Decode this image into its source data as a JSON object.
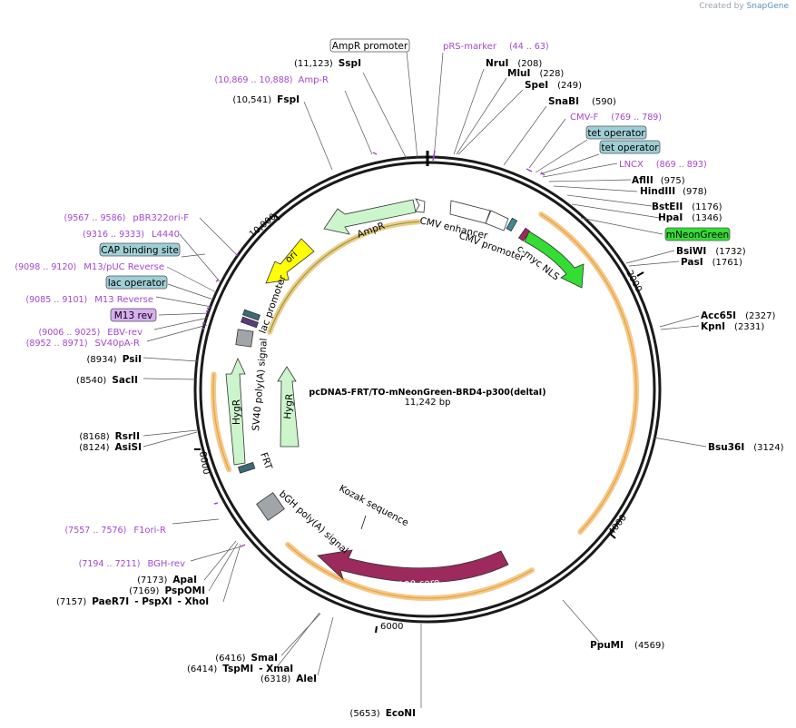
{
  "credit": {
    "prefix": "Created by",
    "brand": "SnapGene"
  },
  "plasmid": {
    "name": "pcDNA5-FRT/TO-mNeonGreen-BRD4-p300(deltaI)",
    "size_label": "11,242 bp",
    "length": 11242
  },
  "ticks": [
    {
      "label": "2000",
      "bp": 2000
    },
    {
      "label": "4000",
      "bp": 4000
    },
    {
      "label": "6000",
      "bp": 6000
    },
    {
      "label": "8000",
      "bp": 8000
    },
    {
      "label": "10,000",
      "bp": 10000
    }
  ],
  "enzymes_right": [
    {
      "name": "NruI",
      "pos": "(208)"
    },
    {
      "name": "MluI",
      "pos": "(228)"
    },
    {
      "name": "SpeI",
      "pos": "(249)"
    },
    {
      "name": "SnaBI",
      "pos": "(590)"
    },
    {
      "name": "AflII",
      "pos": "(975)"
    },
    {
      "name": "HindIII",
      "pos": "(978)"
    },
    {
      "name": "BstEII",
      "pos": "(1176)"
    },
    {
      "name": "HpaI",
      "pos": "(1346)"
    },
    {
      "name": "BsiWI",
      "pos": "(1732)"
    },
    {
      "name": "PasI",
      "pos": "(1761)"
    },
    {
      "name": "Acc65I",
      "pos": "(2327)"
    },
    {
      "name": "KpnI",
      "pos": "(2331)"
    },
    {
      "name": "Bsu36I",
      "pos": "(3124)"
    },
    {
      "name": "PpuMI",
      "pos": "(4569)"
    }
  ],
  "enzymes_left": [
    {
      "name": "SspI",
      "pos": "(11,123)"
    },
    {
      "name": "FspI",
      "pos": "(10,541)"
    },
    {
      "name": "PsiI",
      "pos": "(8934)"
    },
    {
      "name": "SacII",
      "pos": "(8540)"
    },
    {
      "name": "RsrII",
      "pos": "(8168)"
    },
    {
      "name": "AsiSI",
      "pos": "(8124)"
    },
    {
      "name": "ApaI",
      "pos": "(7173)"
    },
    {
      "name": "PspOMI",
      "pos": "(7169)"
    },
    {
      "name": "PaeR7I",
      "pos": "(7157)",
      "extra1": "- PspXI",
      "extra2": "- XhoI"
    },
    {
      "name": "SmaI",
      "pos": "(6416)"
    },
    {
      "name": "TspMI",
      "pos": "(6414)",
      "extra1": "- XmaI"
    },
    {
      "name": "AleI",
      "pos": "(6318)"
    },
    {
      "name": "EcoNI",
      "pos": "(5653)"
    }
  ],
  "primers": [
    {
      "name": "pRS-marker",
      "range": "(44 .. 63)"
    },
    {
      "name": "CMV-F",
      "range": "(769 .. 789)"
    },
    {
      "name": "LNCX",
      "range": "(869 .. 893)"
    },
    {
      "name": "Amp-R",
      "range": "(10,869 .. 10,888)"
    },
    {
      "name": "pBR322ori-F",
      "range": "(9567 .. 9586)"
    },
    {
      "name": "L4440",
      "range": "(9316 .. 9333)"
    },
    {
      "name": "M13/pUC Reverse",
      "range": "(9098 .. 9120)"
    },
    {
      "name": "M13 Reverse",
      "range": "(9085 .. 9101)"
    },
    {
      "name": "EBV-rev",
      "range": "(9006 .. 9025)"
    },
    {
      "name": "SV40pA-R",
      "range": "(8952 .. 8971)"
    },
    {
      "name": "F1ori-R",
      "range": "(7557 .. 7576)"
    },
    {
      "name": "BGH-rev",
      "range": "(7194 .. 7211)"
    }
  ],
  "boxed_labels": [
    {
      "text": "AmpR promoter",
      "style": "white"
    },
    {
      "text": "tet operator",
      "style": "teal"
    },
    {
      "text": "tet operator",
      "style": "teal"
    },
    {
      "text": "mNeonGreen",
      "style": "green"
    },
    {
      "text": "CAP binding site",
      "style": "teal"
    },
    {
      "text": "lac operator",
      "style": "teal"
    },
    {
      "text": "M13 rev",
      "style": "purple"
    }
  ],
  "features": {
    "ampr": "AmpR",
    "cmv_enhancer": "CMV enhancer",
    "cmv_promoter": "CMV promoter",
    "cmyc": "c-myc NLS",
    "ori": "ori",
    "lac_promoter": "lac promoter",
    "sv40": "SV40 poly(A) signal",
    "hygr1": "HygR",
    "hygr2": "HygR",
    "frt": "FRT",
    "bgh": "bGH poly(A) signal",
    "kozak": "Kozak sequence",
    "p300": "p300 core"
  },
  "colors": {
    "ring": "#1a1a1a",
    "ampr_fill": "#ccf5cc",
    "ori_fill": "#ffff00",
    "mneongreen_fill": "#33dd33",
    "p300_fill": "#9c2a5c",
    "orf_yellow": "#f5c88a",
    "teal": "#9fcfd6",
    "primer": "#a347d1",
    "gray": "#a0a5aa"
  }
}
